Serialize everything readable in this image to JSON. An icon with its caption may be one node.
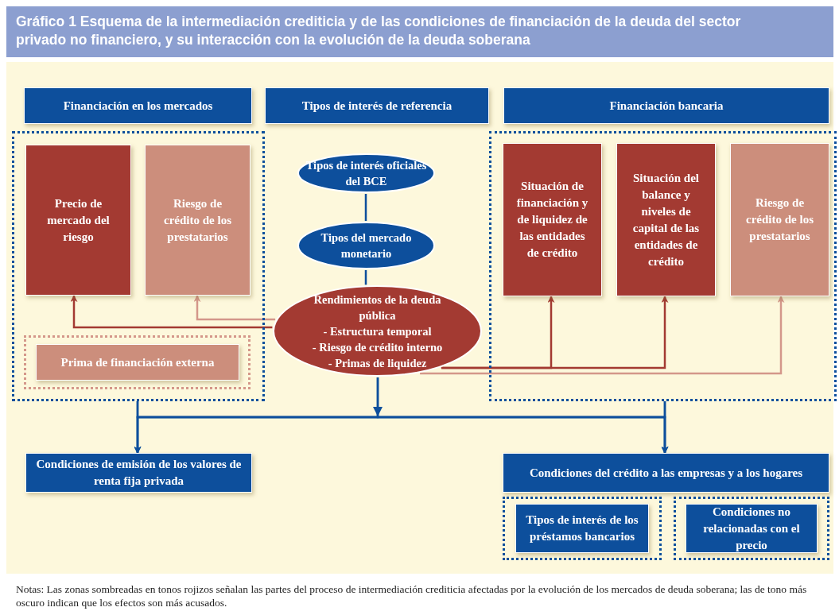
{
  "diagram": {
    "title": "Gráfico 1 Esquema de la intermediación crediticia y de las condiciones de financiación de la deuda del sector privado no financiero, y su interacción con la evolución de la deuda soberana",
    "nodes": [
      {
        "text": [
          "Financiación en los mercados"
        ]
      },
      {
        "text": [
          "Tipos de interés de referencia"
        ]
      },
      {
        "text": [
          "Financiación bancaria"
        ]
      },
      {
        "text": [],
        "shape": "box"
      },
      {
        "text": [
          "Precio de mercado del riesgo"
        ],
        "in": 3
      },
      {
        "text": [
          "Riesgo de crédito de los prestatarios"
        ],
        "in": 3
      },
      {
        "text": [],
        "shape": "box",
        "in": 3
      },
      {
        "text": [
          "Prima de financiación externa"
        ],
        "in": 6
      },
      {
        "text": [
          "Tipos de interés oficiales del BCE"
        ]
      },
      {
        "text": [
          "Tipos del mercado monetario"
        ]
      },
      {
        "text": [
          "Rendimientos de la deuda pública",
          "- Estructura temporal",
          "- Riesgo de crédito interno",
          "- Primas de liquidez"
        ]
      },
      {
        "text": [],
        "shape": "box"
      },
      {
        "text": [
          "Situación de financiación y de liquidez de las entidades de crédito"
        ],
        "in": 11
      },
      {
        "text": [
          "Situación del balance y niveles de capital de las entidades de crédito"
        ],
        "in": 11
      },
      {
        "text": [
          "Riesgo de crédito de los prestatarios"
        ],
        "in": 11
      },
      {
        "text": [
          "Condiciones de emisión de los valores de renta fija privada"
        ]
      },
      {
        "text": [
          "Condiciones del crédito a las empresas y a los hogares"
        ]
      },
      {
        "text": [],
        "shape": "box"
      },
      {
        "text": [
          "Tipos de interés de los préstamos bancarios"
        ],
        "in": 17
      },
      {
        "text": [],
        "shape": "box"
      },
      {
        "text": [
          "Condiciones no relacionadas con el precio"
        ],
        "in": 19
      }
    ],
    "edges": [
      {
        "from": 8,
        "to": 9,
        "arrow": "none"
      },
      {
        "from": 9,
        "to": 10,
        "arrow": "none"
      },
      {
        "from": 10,
        "to": 4,
        "arrow": "to",
        "color": "#a33a32"
      },
      {
        "from": 10,
        "to": 5,
        "arrow": "to",
        "color": "#d4978a"
      },
      {
        "from": 10,
        "to": 12,
        "arrow": "to",
        "color": "#a33a32"
      },
      {
        "from": 10,
        "to": 13,
        "arrow": "to",
        "color": "#a33a32"
      },
      {
        "from": 10,
        "to": 14,
        "arrow": "to",
        "color": "#d4978a"
      },
      {
        "from": 10,
        "to": 15,
        "arrow": "to"
      },
      {
        "from": 10,
        "to": 16,
        "arrow": "to"
      },
      {
        "from": 3,
        "to": 15,
        "arrow": "to"
      },
      {
        "from": 3,
        "to": 16,
        "arrow": "to"
      },
      {
        "from": 11,
        "to": 15,
        "arrow": "to"
      },
      {
        "from": 11,
        "to": 16,
        "arrow": "to"
      }
    ],
    "labels": [
      "Notas: Las zonas sombreadas en tonos rojizos señalan las partes del proceso de intermediación crediticia afectadas por la evolución de los mercados de deuda soberana; las de tono más oscuro indican que los efectos son más acusados."
    ]
  }
}
